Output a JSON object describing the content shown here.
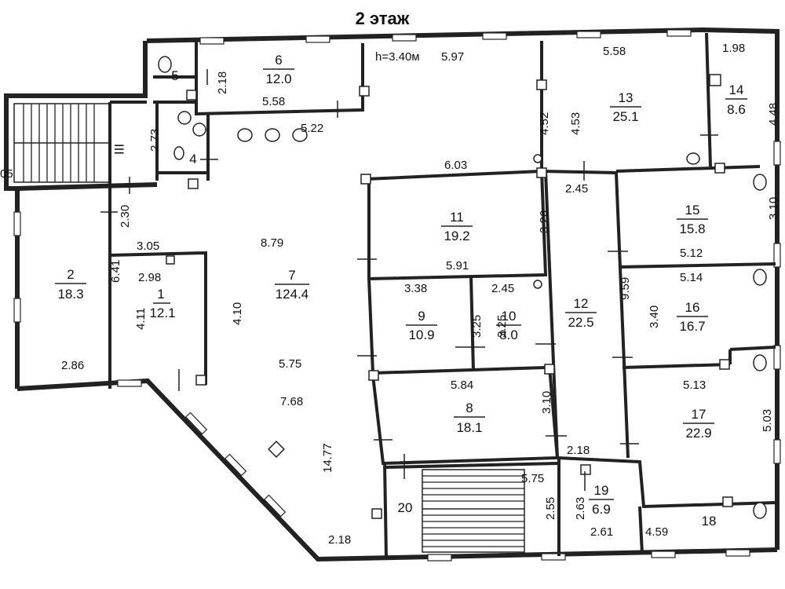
{
  "title": "2 этаж",
  "height_note": "h=3.40м",
  "rooms": [
    {
      "id": "r1",
      "num": "1",
      "area": "12.1"
    },
    {
      "id": "r2",
      "num": "2",
      "area": "18.3"
    },
    {
      "id": "r4",
      "num": "4",
      "area": ""
    },
    {
      "id": "r5",
      "num": "5",
      "area": ""
    },
    {
      "id": "r6",
      "num": "6",
      "area": "12.0"
    },
    {
      "id": "r7",
      "num": "7",
      "area": "124.4"
    },
    {
      "id": "r8",
      "num": "8",
      "area": "18.1"
    },
    {
      "id": "r9",
      "num": "9",
      "area": "10.9"
    },
    {
      "id": "r10",
      "num": "10",
      "area": "8.0"
    },
    {
      "id": "r11",
      "num": "11",
      "area": "19.2"
    },
    {
      "id": "r12",
      "num": "12",
      "area": "22.5"
    },
    {
      "id": "r13",
      "num": "13",
      "area": "25.1"
    },
    {
      "id": "r14",
      "num": "14",
      "area": "8.6"
    },
    {
      "id": "r15",
      "num": "15",
      "area": "15.8"
    },
    {
      "id": "r16",
      "num": "16",
      "area": "16.7"
    },
    {
      "id": "r17",
      "num": "17",
      "area": "22.9"
    },
    {
      "id": "r18",
      "num": "18",
      "area": ""
    },
    {
      "id": "r19",
      "num": "19",
      "area": "6.9"
    },
    {
      "id": "r20",
      "num": "20",
      "area": ""
    },
    {
      "id": "rIII",
      "num": "III",
      "area": ""
    }
  ],
  "dimensions": [
    "2.18",
    "5.58",
    "5.22",
    "5.97",
    "5.58",
    "1.98",
    "4.52",
    "4.53",
    "4.48",
    "2.73",
    "05",
    "6.03",
    "2.45",
    "2.30",
    "3.05",
    "8.79",
    "3.26",
    "3.10",
    "5.91",
    "5.12",
    "5.14",
    "2.98",
    "6.41",
    "4.11",
    "4.10",
    "3.38",
    "2.45",
    "3.25",
    "3.25",
    "9.59",
    "3.40",
    "5.75",
    "5.84",
    "5.13",
    "2.86",
    "7.68",
    "3.10",
    "5.03",
    "2.18",
    "14.77",
    "5.75",
    "2.55",
    "2.63",
    "2.61",
    "4.59",
    "2.18"
  ]
}
